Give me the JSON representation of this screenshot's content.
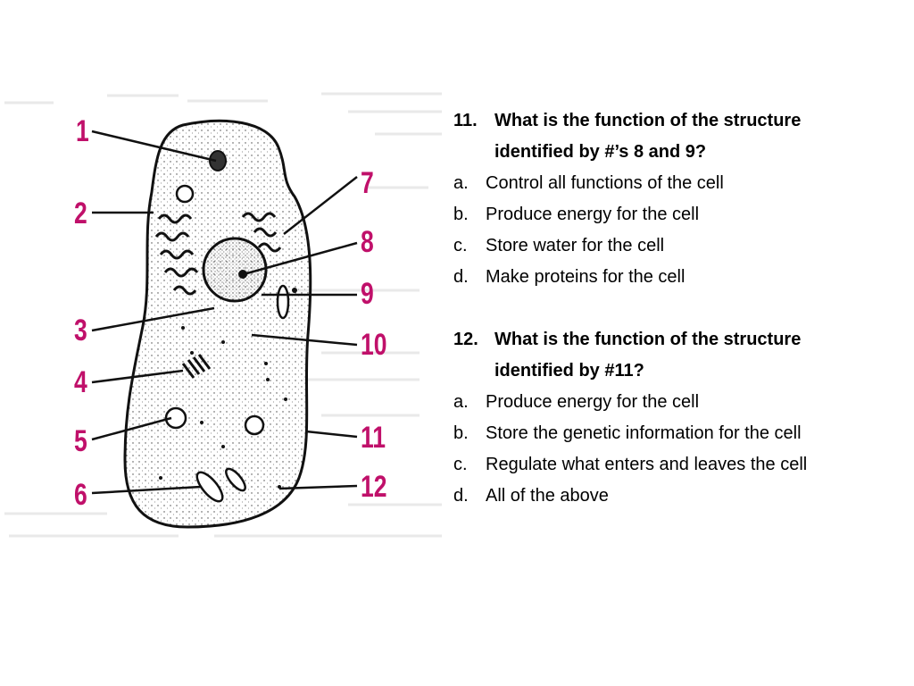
{
  "diagram": {
    "labels": [
      "1",
      "2",
      "3",
      "4",
      "5",
      "6",
      "7",
      "8",
      "9",
      "10",
      "11",
      "12"
    ]
  },
  "q11": {
    "number": "11.",
    "line1": "What is the function of the structure",
    "line2": "identified by #’s 8 and 9?",
    "options": [
      {
        "letter": "a.",
        "text": "Control all functions of the cell"
      },
      {
        "letter": "b.",
        "text": "Produce energy for the cell"
      },
      {
        "letter": "c.",
        "text": "Store water for the cell"
      },
      {
        "letter": "d.",
        "text": "Make proteins for the cell"
      }
    ]
  },
  "q12": {
    "number": "12.",
    "line1": "What is the function of the structure",
    "line2": "identified by #11?",
    "options": [
      {
        "letter": "a.",
        "text": "Produce energy for the cell"
      },
      {
        "letter": "b.",
        "text": "Store the genetic information for the cell"
      },
      {
        "letter": "c.",
        "text": "Regulate what enters and leaves the cell"
      },
      {
        "letter": "d.",
        "text": "All of the above"
      }
    ]
  },
  "colors": {
    "label": "#c0106a",
    "line": "#111111"
  }
}
